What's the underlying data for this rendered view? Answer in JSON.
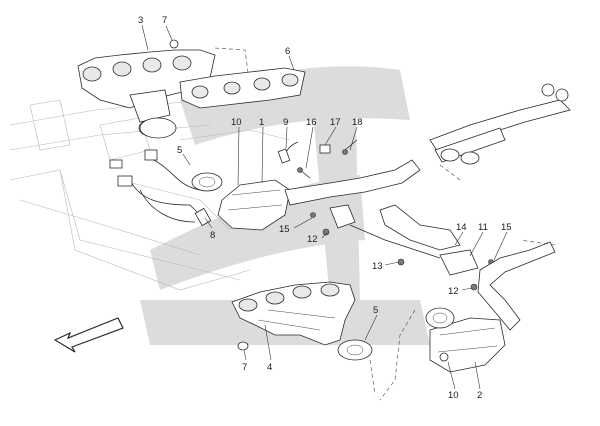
{
  "callouts": [
    {
      "label": "3"
    },
    {
      "label": "7"
    },
    {
      "label": "6"
    },
    {
      "label": "5"
    },
    {
      "label": "10"
    },
    {
      "label": "1"
    },
    {
      "label": "9"
    },
    {
      "label": "16"
    },
    {
      "label": "17"
    },
    {
      "label": "18"
    },
    {
      "label": "8"
    },
    {
      "label": "15"
    },
    {
      "label": "12"
    },
    {
      "label": "14"
    },
    {
      "label": "11"
    },
    {
      "label": "15"
    },
    {
      "label": "13"
    },
    {
      "label": "12"
    },
    {
      "label": "5"
    },
    {
      "label": "7"
    },
    {
      "label": "4"
    },
    {
      "label": "10"
    },
    {
      "label": "2"
    }
  ],
  "colors": {
    "watermark": "#d9d9d9",
    "line": "#2a2a2a",
    "ghost": "#b8b8b8",
    "background": "#ffffff"
  },
  "icons": {
    "direction": "front-direction-arrow-icon",
    "watermark": "trident-watermark-logo"
  }
}
